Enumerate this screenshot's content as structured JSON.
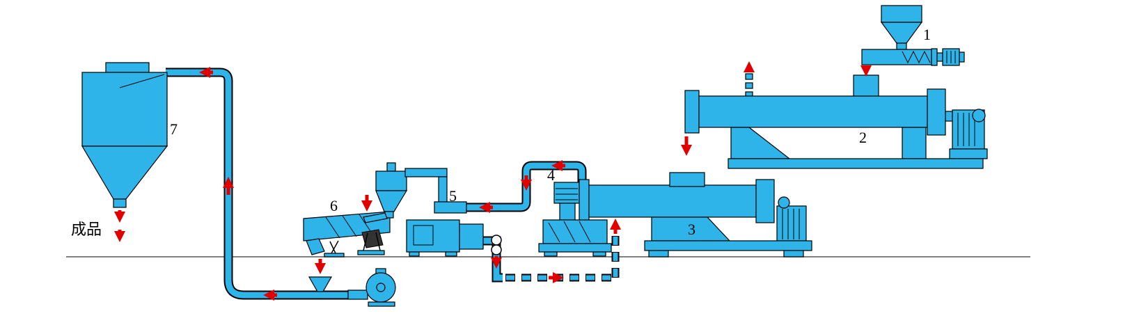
{
  "diagram": {
    "labels": {
      "feed_hopper": "1",
      "first_stage_extruder": "2",
      "second_stage_extruder": "3",
      "pelletizer": "4",
      "cyclone_separator": "5",
      "vibrating_screen": "6",
      "product_silo": "7"
    },
    "annotations": {
      "finished_product": "成品"
    },
    "colors": {
      "machine": "#2EB4E8",
      "arrow": "#E00000",
      "outline": "#000000",
      "ground_line": "#555555",
      "pump_fill": "#FFFFFF",
      "background": "#FFFFFF"
    }
  }
}
